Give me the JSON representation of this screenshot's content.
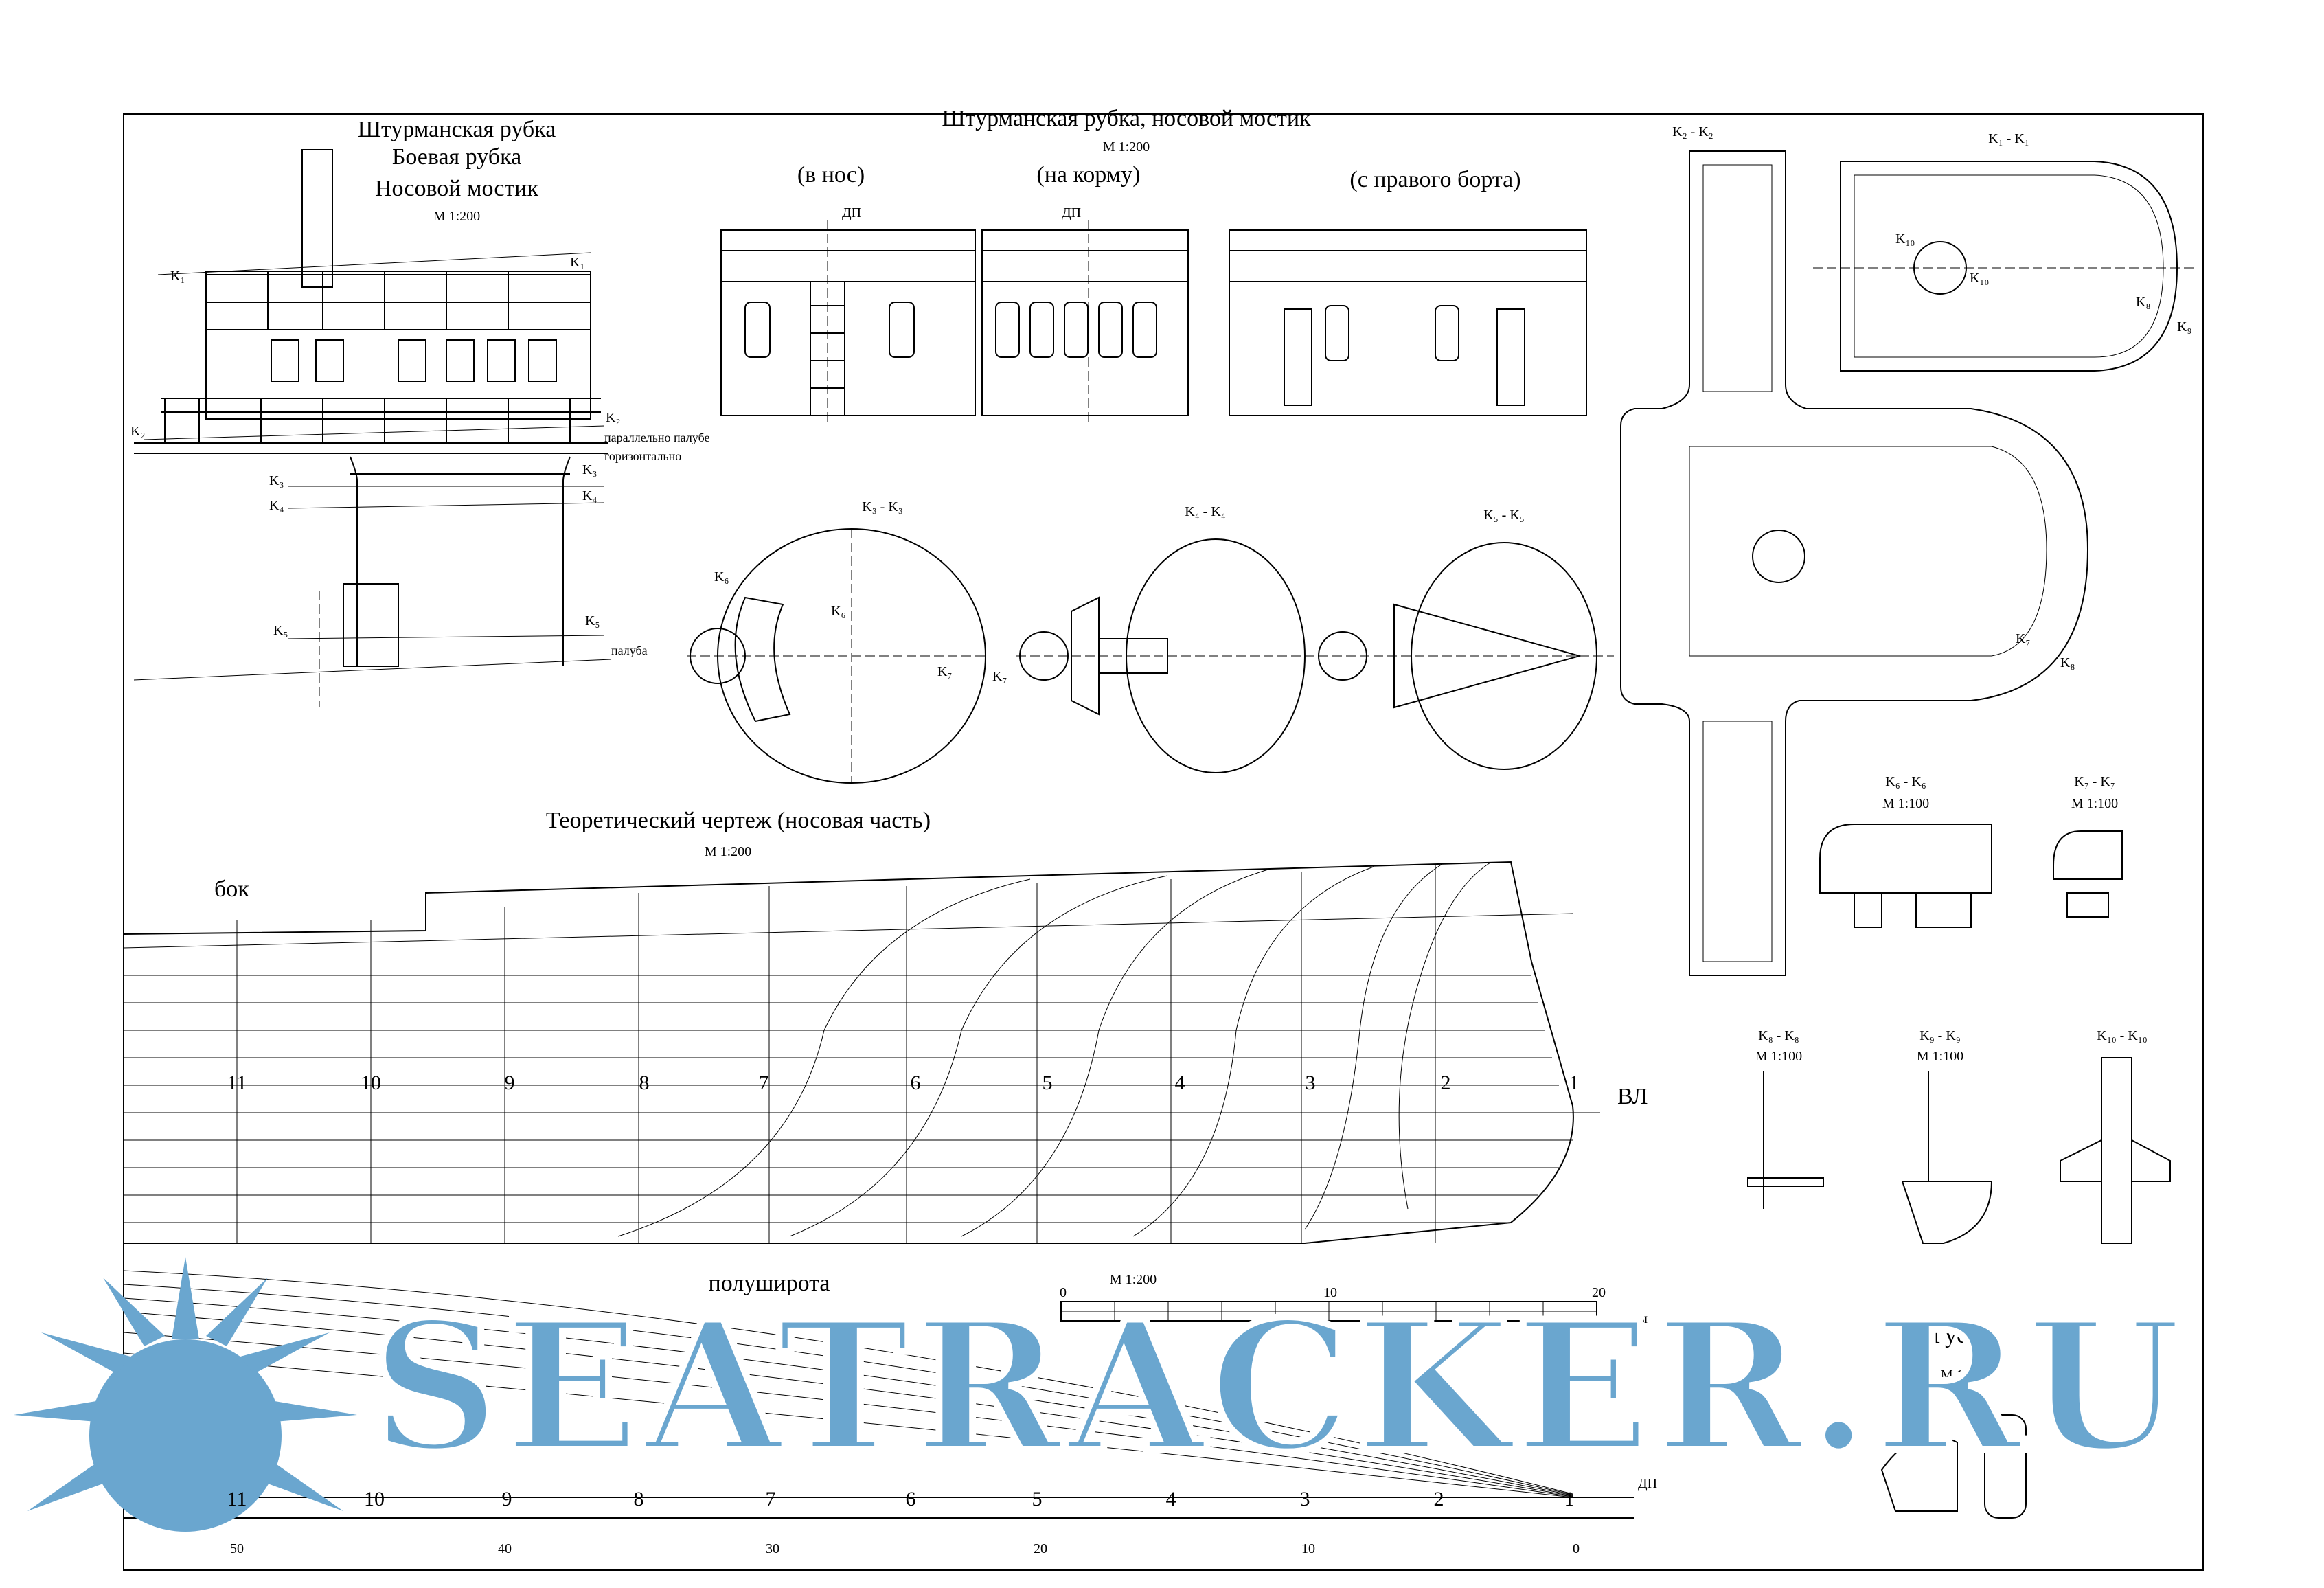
{
  "titles": {
    "wheelhouse": [
      "Штурманская рубка",
      "Боевая рубка",
      "Носовой мостик"
    ],
    "wheelhouse_scale": "M  1:200",
    "bridge_title": "Штурманская рубка, носовой мостик",
    "bridge_scale": "M  1:200",
    "view_fore": "(в нос)",
    "view_aft": "(на корму)",
    "view_stbd": "(с правого борта)",
    "dp": "ДП",
    "lines_title": "Теоретический чертеж (носовая часть)",
    "lines_scale": "M  1:200",
    "profile": "бок",
    "halfbreadth": "полуширота",
    "gusek": "Гусек",
    "gusek_scale": "M  1:50"
  },
  "sections": {
    "k1": "K₁ - K₁",
    "k2": "K₂ - K₂",
    "k3": "K₃ - K₃",
    "k4": "K₄ - K₄",
    "k5": "K₅ - K₅",
    "k6": "K₆ - K₆",
    "k7": "K₇ - K₇",
    "k8": "K₈ - K₈",
    "k9": "K₉ - K₉",
    "k10": "K₁₀ - K₁₀",
    "scale_100": "M  1:100"
  },
  "profile_labels": {
    "k1": "K₁",
    "k2": "K₂",
    "k3": "K₃",
    "k4": "K₄",
    "k5": "K₅",
    "k6": "K₆",
    "k7": "K₇",
    "k8": "K₈",
    "k9": "K₉",
    "k10": "K₁₀",
    "parallel": "параллельно палубе",
    "horizontal": "горизонтально",
    "deck": "палуба",
    "vl": "ВЛ"
  },
  "stations": [
    "11",
    "10",
    "9",
    "8",
    "7",
    "6",
    "5",
    "4",
    "3",
    "2",
    "1"
  ],
  "meter_axis": [
    "50",
    "40",
    "30",
    "20",
    "10",
    "0"
  ],
  "scale_bar": {
    "label": "M  1:200",
    "ticks": [
      "0",
      "10",
      "20"
    ],
    "unit": "метры"
  },
  "watermark": "SEATRACKER.RU",
  "colors": {
    "ink": "#000000",
    "watermark": "#6aa6cf",
    "paper": "#ffffff"
  }
}
